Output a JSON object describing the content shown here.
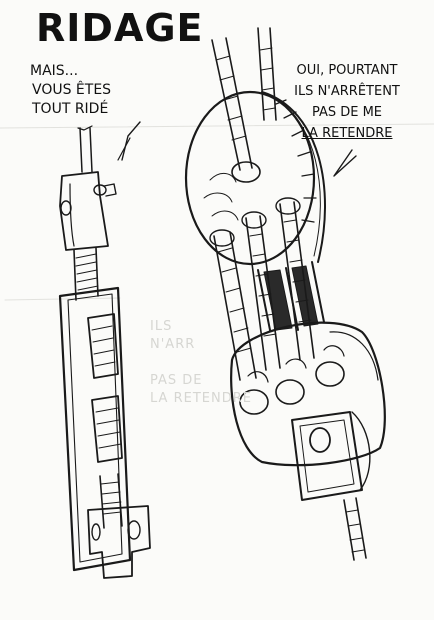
{
  "title": "RIDAGE",
  "left_bubble": {
    "line1": "MAIS...",
    "line2": "VOUS ÊTES",
    "line3": "TOUT RIDÉ"
  },
  "right_bubble": {
    "line1": "OUI, POURTANT",
    "line2": "ILS N'ARRÊTENT",
    "line3": "PAS DE ME",
    "line4": "LA RETENDRE"
  }
}
